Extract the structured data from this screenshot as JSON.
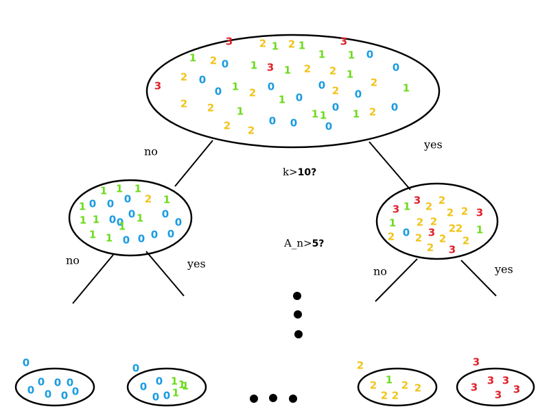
{
  "colors": {
    "0": "#1a9be0",
    "1": "#6ddb1c",
    "2": "#f0c419",
    "3": "#e0202a",
    "line": "#000000"
  },
  "edge_labels": {
    "root_left": "no",
    "root_right": "yes",
    "left_left": "no",
    "left_right": "yes",
    "right_left": "no",
    "right_right": "yes"
  },
  "questions": {
    "root": {
      "prefix": "k>",
      "value": "10?"
    },
    "second": {
      "prefix": "A_n>",
      "value": "5?"
    }
  },
  "nodes": {
    "root": [
      "3",
      "2",
      "1",
      "2",
      "1",
      "3",
      "1",
      "2",
      "0",
      "1",
      "3",
      "1",
      "2",
      "2",
      "1",
      "0",
      "0",
      "2",
      "0",
      "1",
      "1",
      "3",
      "0",
      "1",
      "2",
      "0",
      "0",
      "2",
      "0",
      "1",
      "2",
      "2",
      "1",
      "1",
      "0",
      "0",
      "1",
      "2",
      "0",
      "1",
      "0",
      "2",
      "2",
      "0",
      "2",
      "1",
      "0"
    ],
    "left": [
      "1",
      "1",
      "1",
      "1",
      "0",
      "0",
      "0",
      "1",
      "0",
      "1",
      "0",
      "1",
      "0",
      "2",
      "0",
      "1",
      "0",
      "1",
      "1",
      "0",
      "0",
      "0",
      "0",
      "1"
    ],
    "right": [
      "3",
      "1",
      "3",
      "2",
      "2",
      "2",
      "3",
      "1",
      "2",
      "2",
      "2",
      "2",
      "0",
      "3",
      "2",
      "2",
      "2",
      "2",
      "1",
      "2",
      "3",
      "2"
    ],
    "leaf0": [
      "0",
      "0",
      "0",
      "0",
      "0",
      "0",
      "0",
      "0"
    ],
    "leaf1": [
      "0",
      "0",
      "0",
      "1",
      "1",
      "0",
      "0",
      "1",
      "1"
    ],
    "leaf2": [
      "2",
      "1",
      "2",
      "2",
      "2",
      "2",
      "2"
    ],
    "leaf3": [
      "3",
      "3",
      "3",
      "3",
      "3",
      "3"
    ]
  }
}
